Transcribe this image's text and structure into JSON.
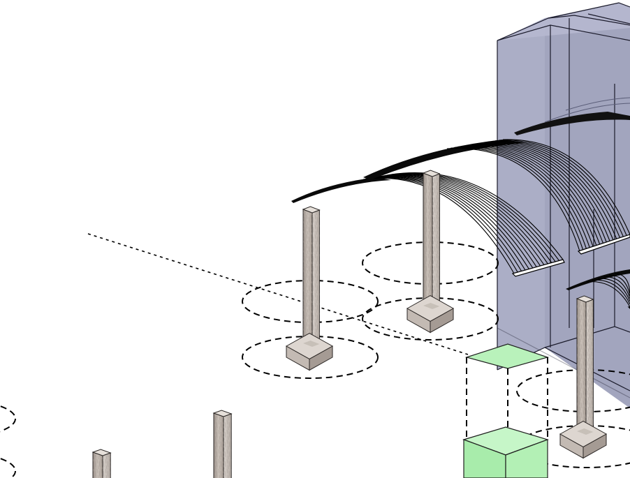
{
  "diagram": {
    "kind": "axonometric-site-model",
    "colors": {
      "background": "#ffffff",
      "building": "#a4a7c0",
      "building_edge": "#1a1a2a",
      "stone": "#b8aea6",
      "highlight": "#b9f2bb",
      "ink": "#000000"
    },
    "elements": {
      "columns": 6,
      "canopy_shells": 3,
      "highlight_blocks": 2,
      "ground_rings": 7
    }
  }
}
